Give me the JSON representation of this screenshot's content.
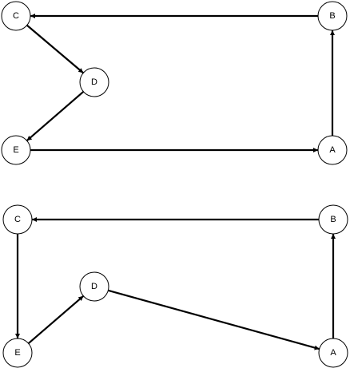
{
  "graphs": [
    {
      "id": "top",
      "nodes": [
        {
          "id": "C",
          "label": "C"
        },
        {
          "id": "B",
          "label": "B"
        },
        {
          "id": "D",
          "label": "D"
        },
        {
          "id": "E",
          "label": "E"
        },
        {
          "id": "A",
          "label": "A"
        }
      ],
      "edges": [
        {
          "from": "B",
          "to": "C"
        },
        {
          "from": "C",
          "to": "D"
        },
        {
          "from": "D",
          "to": "E"
        },
        {
          "from": "E",
          "to": "A"
        },
        {
          "from": "A",
          "to": "B"
        }
      ]
    },
    {
      "id": "bottom",
      "nodes": [
        {
          "id": "C",
          "label": "C"
        },
        {
          "id": "B",
          "label": "B"
        },
        {
          "id": "D",
          "label": "D"
        },
        {
          "id": "E",
          "label": "E"
        },
        {
          "id": "A",
          "label": "A"
        }
      ],
      "edges": [
        {
          "from": "B",
          "to": "C"
        },
        {
          "from": "C",
          "to": "E"
        },
        {
          "from": "E",
          "to": "D"
        },
        {
          "from": "D",
          "to": "A"
        },
        {
          "from": "A",
          "to": "B"
        }
      ]
    }
  ]
}
